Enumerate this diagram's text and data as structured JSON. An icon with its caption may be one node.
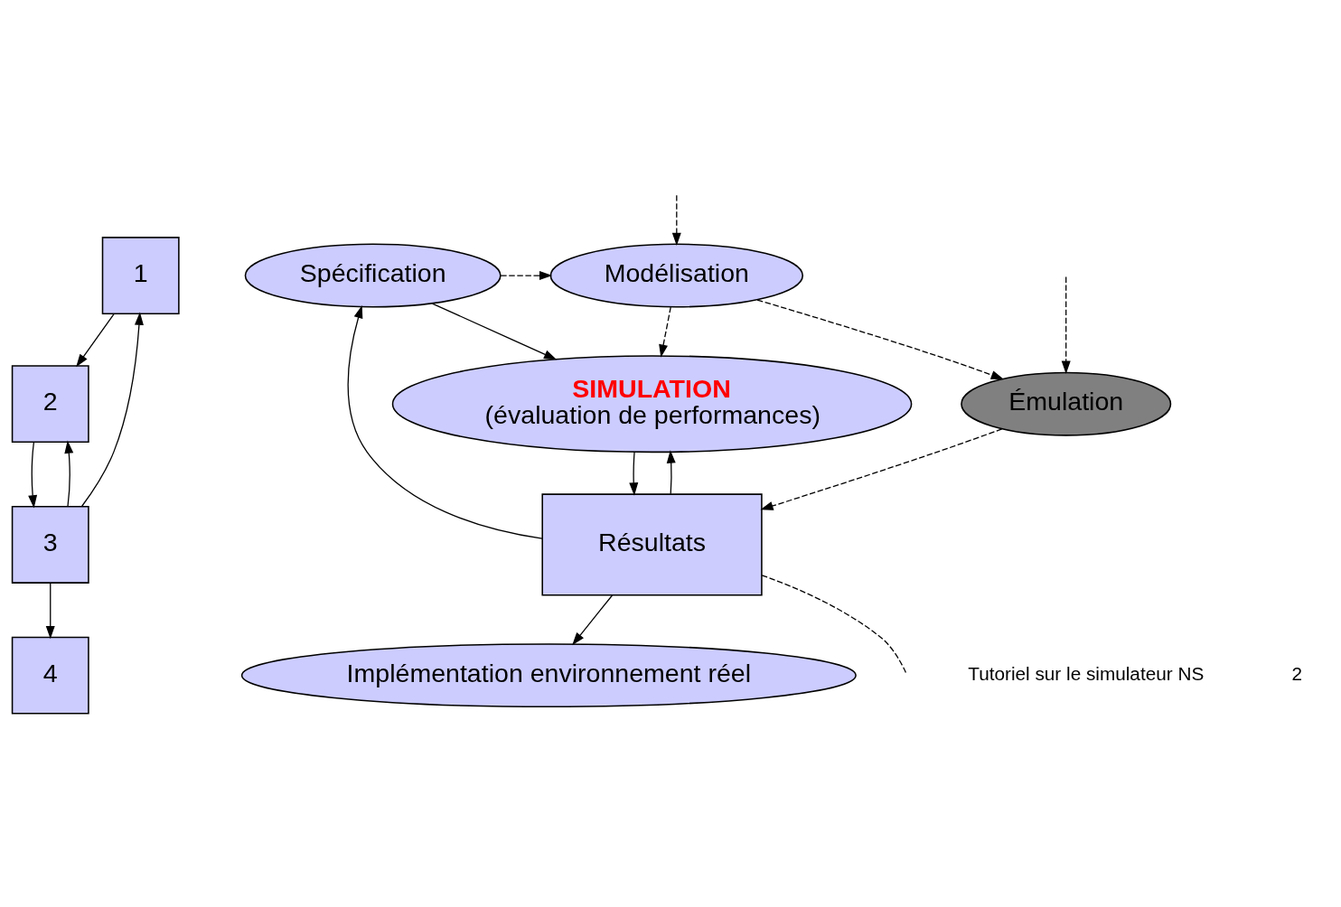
{
  "diagram": {
    "nodes": [
      {
        "text": [
          "1"
        ]
      },
      {
        "text": [
          "2"
        ]
      },
      {
        "text": [
          "3"
        ]
      },
      {
        "text": [
          "4"
        ]
      },
      {
        "text": [
          "Spécification"
        ]
      },
      {
        "text": [
          "Modélisation"
        ]
      },
      {
        "text": [
          "SIMULATION",
          "(évaluation de performances)"
        ]
      },
      {
        "text": [
          "Émulation"
        ]
      },
      {
        "text": [
          "Résultats"
        ]
      },
      {
        "text": [
          "Implémentation environnement réel"
        ]
      }
    ],
    "edges": [
      {
        "from": 0,
        "to": 1,
        "arrow": "to"
      },
      {
        "from": 1,
        "to": 2,
        "arrow": "to"
      },
      {
        "from": 2,
        "to": 3,
        "arrow": "to"
      },
      {
        "from": 2,
        "to": 0,
        "arrow": "to"
      },
      {
        "from": 2,
        "to": 1,
        "arrow": "to"
      },
      {
        "from": 4,
        "to": 5,
        "arrow": "to",
        "style": "dashed"
      },
      {
        "from": 4,
        "to": 6,
        "arrow": "to"
      },
      {
        "from": 5,
        "to": 6,
        "arrow": "to",
        "style": "dashed"
      },
      {
        "from": 5,
        "to": 7,
        "arrow": "to",
        "style": "dashed"
      },
      {
        "from": 6,
        "to": 8,
        "arrow": "to"
      },
      {
        "from": 7,
        "to": 8,
        "arrow": "to",
        "style": "dashed"
      },
      {
        "from": 8,
        "to": 4,
        "arrow": "to"
      },
      {
        "from": 8,
        "to": 6,
        "arrow": "to"
      },
      {
        "from": 8,
        "to": null,
        "arrow": "none",
        "style": "dashed"
      },
      {
        "from": null,
        "to": 5,
        "arrow": "to",
        "style": "dashed"
      },
      {
        "from": null,
        "to": 7,
        "arrow": "to",
        "style": "dashed"
      },
      {
        "from": 8,
        "to": 9,
        "arrow": "to"
      }
    ],
    "labels": [
      "Tutoriel sur le simulateur NS",
      "2"
    ]
  }
}
